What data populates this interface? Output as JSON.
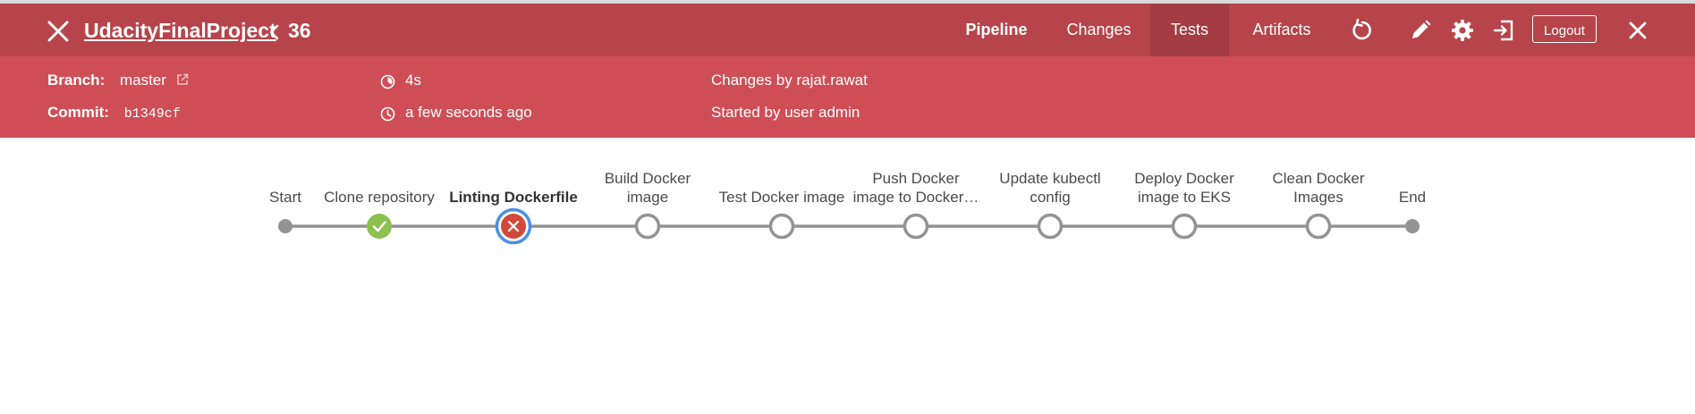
{
  "header": {
    "project": "UdacityFinalProject",
    "run_number": "36",
    "tabs": [
      {
        "label": "Pipeline",
        "active": false,
        "bold": true
      },
      {
        "label": "Changes",
        "active": false,
        "bold": false
      },
      {
        "label": "Tests",
        "active": true,
        "bold": false
      },
      {
        "label": "Artifacts",
        "active": false,
        "bold": false
      }
    ],
    "logout_label": "Logout",
    "icons": [
      "replay-icon",
      "edit-icon",
      "gear-icon",
      "exit-icon",
      "close-icon"
    ]
  },
  "run": {
    "branch_label": "Branch:",
    "branch_value": "master",
    "commit_label": "Commit:",
    "commit_value": "b1349cf",
    "duration": "4s",
    "started": "a few seconds ago",
    "changes_by": "Changes by rajat.rawat",
    "started_by": "Started by user admin"
  },
  "pipeline": {
    "stages": [
      {
        "line1": "Start",
        "line2": "",
        "status": "start",
        "selected": false
      },
      {
        "line1": "Clone repository",
        "line2": "",
        "status": "success",
        "selected": false
      },
      {
        "line1": "Linting Dockerfile",
        "line2": "",
        "status": "failed",
        "selected": true
      },
      {
        "line1": "Build Docker",
        "line2": "image",
        "status": "not_built",
        "selected": false
      },
      {
        "line1": "Test Docker image",
        "line2": "",
        "status": "not_built",
        "selected": false
      },
      {
        "line1": "Push Docker",
        "line2": "image to Docker…",
        "status": "not_built",
        "selected": false
      },
      {
        "line1": "Update kubectl",
        "line2": "config",
        "status": "not_built",
        "selected": false
      },
      {
        "line1": "Deploy Docker",
        "line2": "image to EKS",
        "status": "not_built",
        "selected": false
      },
      {
        "line1": "Clean Docker",
        "line2": "Images",
        "status": "not_built",
        "selected": false
      },
      {
        "line1": "End",
        "line2": "",
        "status": "end",
        "selected": false
      }
    ]
  },
  "colors": {
    "header_bg": "#b6444a",
    "subheader_bg": "#cf4e56",
    "success": "#8cc04f",
    "failed": "#d24939",
    "selected_ring": "#4a90e2",
    "connector": "#949393"
  }
}
